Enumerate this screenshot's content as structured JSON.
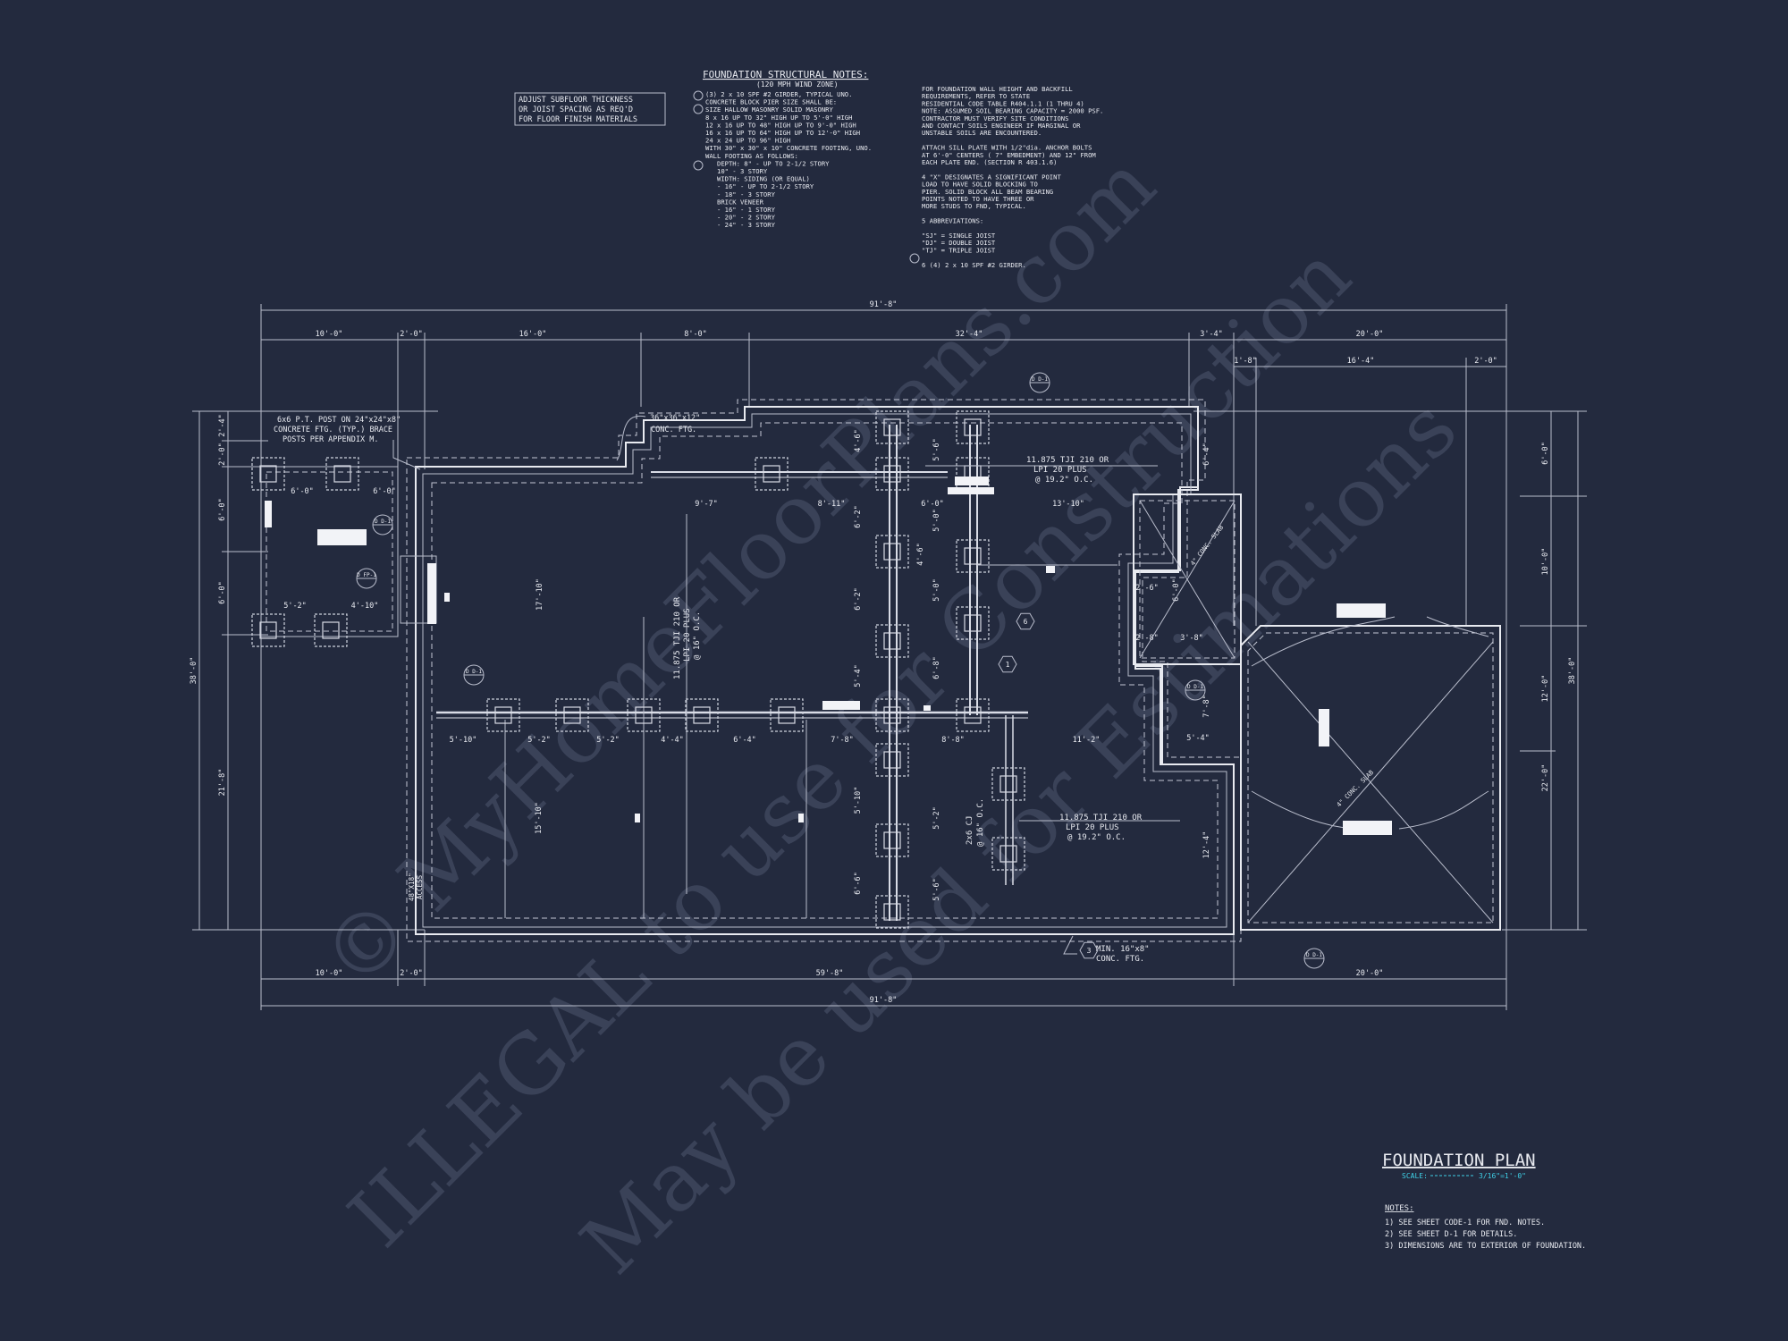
{
  "notes_block": {
    "title": "FOUNDATION STRUCTURAL NOTES:",
    "subtitle": "(120 MPH WIND ZONE)",
    "left_lines": [
      "(3) 2 x 10 SPF #2 GIRDER, TYPICAL UNO.",
      "CONCRETE BLOCK PIER SIZE SHALL BE:",
      "SIZE     HALLOW MASONRY    SOLID MASONRY",
      "8 x 16     UP TO 32\" HIGH     UP TO 5'-0\" HIGH",
      "12 x 16    UP TO 48\" HIGH     UP TO 9'-0\" HIGH",
      "16 x 16    UP TO 64\" HIGH     UP TO 12'-0\" HIGH",
      "24 x 24    UP TO 96\" HIGH",
      "WITH 30\" x 30\" x 10\" CONCRETE FOOTING, UNO.",
      "WALL FOOTING AS FOLLOWS:",
      "DEPTH:  8\" - UP TO 2-1/2 STORY",
      "10\" - 3 STORY",
      "WIDTH:  SIDING (OR EQUAL)",
      "- 16\" - UP TO 2-1/2 STORY",
      "- 18\" - 3 STORY",
      "BRICK VENEER",
      "- 16\" - 1 STORY",
      "- 20\" - 2 STORY",
      "- 24\" - 3 STORY"
    ],
    "right_lines": [
      "FOR FOUNDATION WALL HEIGHT AND BACKFILL",
      "REQUIREMENTS, REFER TO STATE",
      "RESIDENTIAL CODE TABLE R404.1.1 (1 THRU 4)",
      "NOTE: ASSUMED SOIL BEARING CAPACITY = 2000 PSF.",
      "CONTRACTOR MUST VERIFY SITE CONDITIONS",
      "AND CONTACT SOILS ENGINEER IF MARGINAL OR",
      "UNSTABLE SOILS ARE ENCOUNTERED.",
      "",
      "ATTACH SILL PLATE WITH 1/2\"dia. ANCHOR BOLTS",
      "AT 6'-0\" CENTERS ( 7\" EMBEDMENT) AND 12\" FROM",
      "EACH PLATE END. (SECTION R 403.1.6)",
      "",
      "4  \"X\" DESIGNATES A SIGNIFICANT POINT",
      "LOAD TO HAVE SOLID BLOCKING TO",
      "PIER. SOLID BLOCK ALL BEAM BEARING",
      "POINTS NOTED TO HAVE THREE OR",
      "MORE STUDS TO FND, TYPICAL.",
      "",
      "5  ABBREVIATIONS:",
      "",
      "\"SJ\" = SINGLE JOIST",
      "\"DJ\" = DOUBLE JOIST",
      "\"TJ\" = TRIPLE JOIST",
      "",
      "6  (4) 2 x 10 SPF #2 GIRDER."
    ]
  },
  "subfloor_note": [
    "ADJUST SUBFLOOR THICKNESS",
    "OR JOIST SPACING AS REQ'D",
    "FOR FLOOR FINISH MATERIALS"
  ],
  "callouts": {
    "post": [
      "6x6 P.T. POST ON 24\"x24\"x8\"",
      "CONCRETE FTG. (TYP.) BRACE",
      "POSTS PER APPENDIX M."
    ],
    "conc_ftg_top": [
      "36\"x36\"x12\"",
      "CONC. FTG."
    ],
    "joist_top": [
      "11.875 TJI 210 OR",
      "LPI 20 PLUS",
      "@ 19.2\" O.C."
    ],
    "joist_mid_vertical": [
      "11.875 TJI 210 OR",
      "LPI 20 PLUS",
      "@ 16\" O.C."
    ],
    "joist_bottom": [
      "11.875 TJI 210 OR",
      "LPI 20 PLUS",
      "@ 19.2\" O.C."
    ],
    "cj": [
      "2x6 CJ",
      "@ 16\" O.C."
    ],
    "min_ftg": [
      "MIN. 16\"x8\"",
      "CONC. FTG."
    ],
    "access": [
      "48\"X18\"",
      "ACCESS"
    ],
    "slope_top": "4\" CONC. SLAB",
    "slope_garage": "4\" CONC. SLAB"
  },
  "dimensions": {
    "overall_top": "91'-8\"",
    "overall_bottom": "91'-8\"",
    "top_row": [
      "10'-0\"",
      "2'-0\"",
      "16'-0\"",
      "8'-0\"",
      "32'-4\"",
      "3'-4\"",
      "20'-0\""
    ],
    "top_row2": [
      "1'-8\"",
      "16'-4\"",
      "2'-0\""
    ],
    "bottom_row": [
      "10'-0\"",
      "2'-0\"",
      "59'-8\"",
      "20'-0\""
    ],
    "left_overall": "38'-0\"",
    "left_segments": [
      "2'-4\"",
      "2'-0\"",
      "6'-0\"",
      "6'-0\"",
      "21'-8\""
    ],
    "right_overall": "38'-0\"",
    "right_segments": [
      "6'-0\"",
      "10'-0\"",
      "12'-0\"",
      "22'-0\""
    ],
    "interior": [
      "6'-0\"",
      "6'-0\"",
      "5'-2\"",
      "4'-10\"",
      "9'-7\"",
      "8'-11\"",
      "6'-0\"",
      "13'-10\"",
      "17'-10\"",
      "5'-10\"",
      "5'-2\"",
      "5'-2\"",
      "4'-4\"",
      "6'-4\"",
      "7'-8\"",
      "8'-8\"",
      "11'-2\"",
      "15'-10\"",
      "4'-6\"",
      "6'-2\"",
      "6'-2\"",
      "5'-4\"",
      "5'-10\"",
      "6'-6\"",
      "5'-6\"",
      "5'-0\"",
      "5'-0\"",
      "6'-8\"",
      "5'-2\"",
      "5'-6\"",
      "6'-4\"",
      "2'-6\"",
      "6'-0\"",
      "2'-8\"",
      "3'-8\"",
      "7'-8\"",
      "5'-4\"",
      "12'-4\"",
      "4'-6\""
    ]
  },
  "tags": [
    "D D-1",
    "D FP-1",
    "D D-1",
    "D D-1",
    "D D-1",
    "D D-1",
    "D D-1",
    "1",
    "6",
    "3"
  ],
  "title_block": {
    "title": "FOUNDATION PLAN",
    "scale_label": "SCALE:",
    "scale_value": "3/16\"=1'-0\"",
    "notes_heading": "NOTES:",
    "notes": [
      "1)  SEE SHEET CODE-1 FOR FND. NOTES.",
      "2)  SEE SHEET D-1 FOR DETAILS.",
      "3)  DIMENSIONS ARE TO EXTERIOR OF FOUNDATION."
    ]
  },
  "watermark": [
    "© MyHomeFloorPlans.com",
    "ILLEGAL to use for Construction",
    "May be used for Estimations"
  ],
  "colors": {
    "background": "#232a3e",
    "lines": "#e8eaf0",
    "accent": "#3fd0e6",
    "watermark": "#3a4258"
  }
}
